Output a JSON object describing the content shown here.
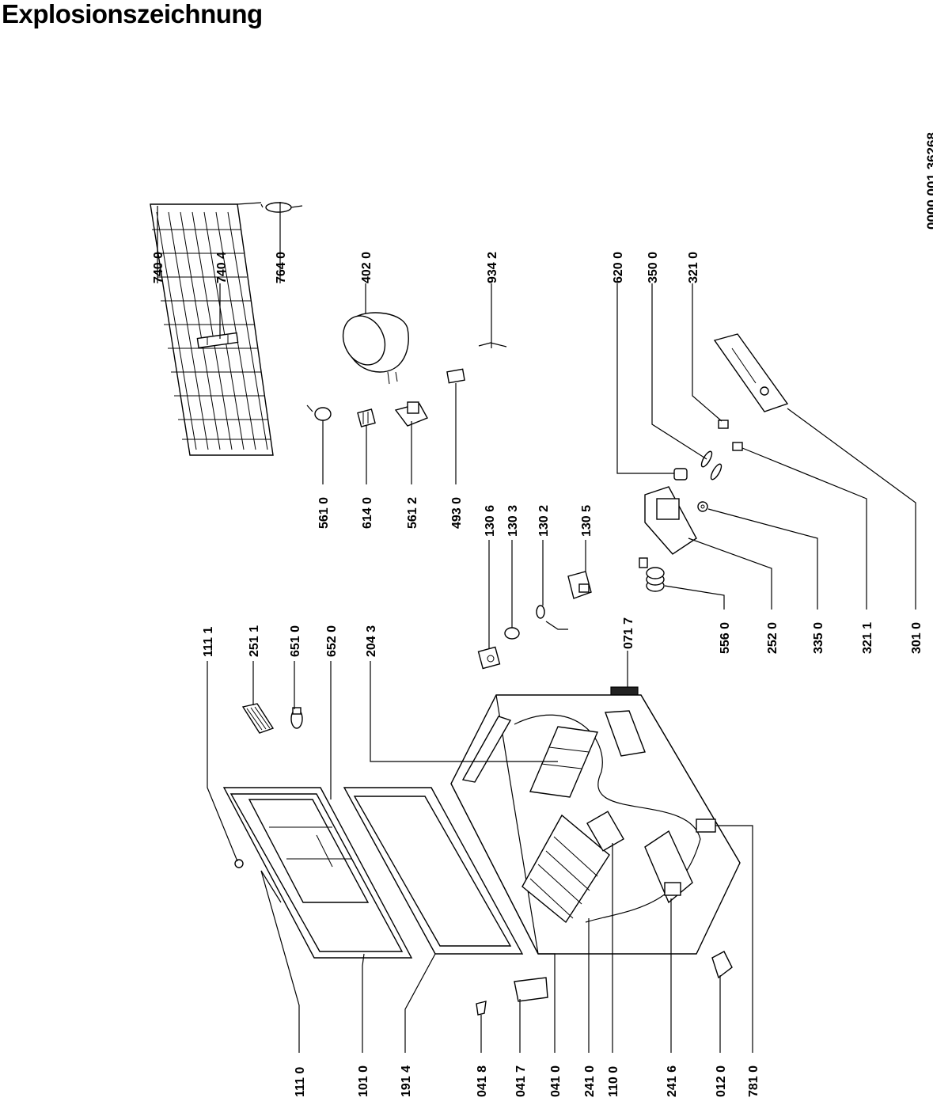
{
  "title": "Explosionszeichnung",
  "document_number": "0000 001 36268",
  "parts": [
    {
      "id": "740_0",
      "label": "740 0"
    },
    {
      "id": "740_4",
      "label": "740 4"
    },
    {
      "id": "764_0",
      "label": "764 0"
    },
    {
      "id": "402_0",
      "label": "402 0"
    },
    {
      "id": "934_2",
      "label": "934 2"
    },
    {
      "id": "620_0",
      "label": "620 0"
    },
    {
      "id": "350_0",
      "label": "350 0"
    },
    {
      "id": "321_0",
      "label": "321 0"
    },
    {
      "id": "561_0",
      "label": "561 0"
    },
    {
      "id": "614_0",
      "label": "614 0"
    },
    {
      "id": "561_2",
      "label": "561 2"
    },
    {
      "id": "493_0",
      "label": "493 0"
    },
    {
      "id": "130_6",
      "label": "130 6"
    },
    {
      "id": "130_3",
      "label": "130 3"
    },
    {
      "id": "130_2",
      "label": "130 2"
    },
    {
      "id": "130_5",
      "label": "130 5"
    },
    {
      "id": "111_1",
      "label": "111 1"
    },
    {
      "id": "251_1",
      "label": "251 1"
    },
    {
      "id": "651_0",
      "label": "651 0"
    },
    {
      "id": "652_0",
      "label": "652 0"
    },
    {
      "id": "204_3",
      "label": "204 3"
    },
    {
      "id": "071_7",
      "label": "071 7"
    },
    {
      "id": "556_0",
      "label": "556 0"
    },
    {
      "id": "252_0",
      "label": "252 0"
    },
    {
      "id": "335_0",
      "label": "335 0"
    },
    {
      "id": "321_1",
      "label": "321 1"
    },
    {
      "id": "301_0",
      "label": "301 0"
    },
    {
      "id": "111_0",
      "label": "111 0"
    },
    {
      "id": "101_0",
      "label": "101 0"
    },
    {
      "id": "191_4",
      "label": "191 4"
    },
    {
      "id": "041_8",
      "label": "041 8"
    },
    {
      "id": "041_7",
      "label": "041 7"
    },
    {
      "id": "041_0",
      "label": "041 0"
    },
    {
      "id": "241_0",
      "label": "241 0"
    },
    {
      "id": "110_0",
      "label": "110 0"
    },
    {
      "id": "241_6",
      "label": "241 6"
    },
    {
      "id": "012_0",
      "label": "012 0"
    },
    {
      "id": "781_0",
      "label": "781 0"
    }
  ]
}
